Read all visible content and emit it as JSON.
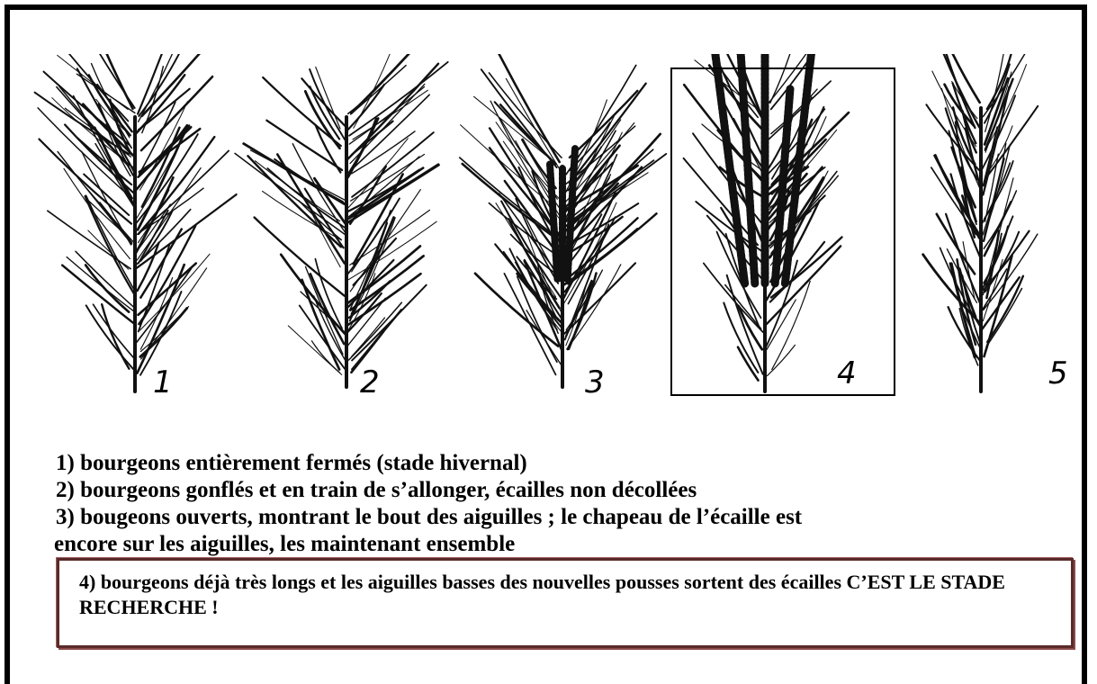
{
  "illustration": {
    "stages": [
      {
        "number": "1"
      },
      {
        "number": "2"
      },
      {
        "number": "3"
      },
      {
        "number": "4"
      },
      {
        "number": "5"
      }
    ]
  },
  "legend": {
    "line1": "1) bourgeons entièrement fermés (stade hivernal)",
    "line2": "2) bourgeons gonflés et en train de s’allonger, écailles non décollées",
    "line3a": "3) bougeons ouverts, montrant le bout des aiguilles ; le chapeau de l’écaille est",
    "line3b": "encore sur les aiguilles, les maintenant ensemble"
  },
  "highlight": {
    "text": "4) bourgeons déjà très longs et les aiguilles basses des nouvelles pousses sortent des écailles C’EST LE STADE RECHERCHE !"
  }
}
